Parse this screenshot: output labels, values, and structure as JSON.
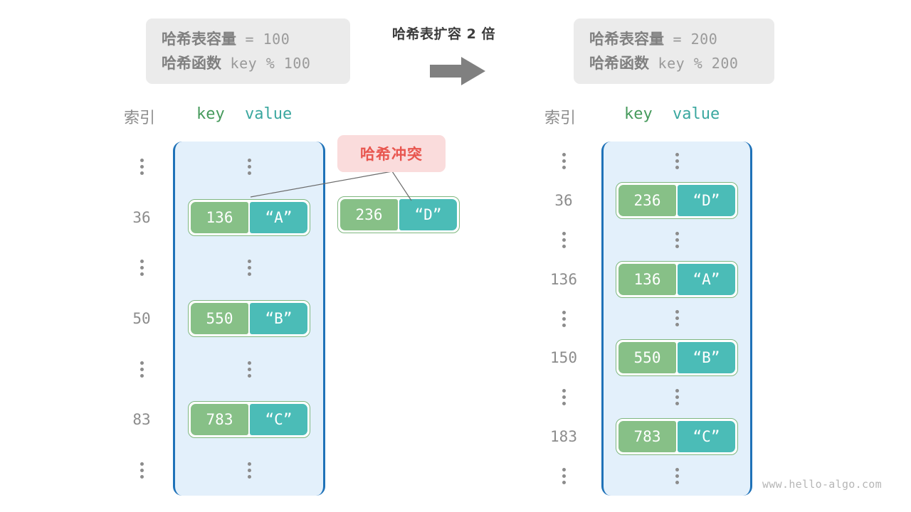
{
  "colors": {
    "info_box_bg": "#ebebeb",
    "info_label": "#808080",
    "info_value": "#9a9a9a",
    "array_fill": "#e3f0fb",
    "array_border": "#1f72b8",
    "key_cell": "#87c087",
    "value_cell": "#4bbcb7",
    "pair_border": "#7fb77f",
    "collision_bg": "#fadcdc",
    "collision_text": "#e8564f",
    "arrow": "#808080",
    "index_text": "#8c8c8c",
    "head_key": "#469a5c",
    "head_value": "#3aa79f"
  },
  "left_info": {
    "capacity_label": "哈希表容量",
    "capacity_op": " = ",
    "capacity_value": "100",
    "function_label": "哈希函数",
    "function_value": " key % 100"
  },
  "right_info": {
    "capacity_label": "哈希表容量",
    "capacity_op": " = ",
    "capacity_value": "200",
    "function_label": "哈希函数",
    "function_value": " key % 200"
  },
  "transform": {
    "caption": "哈希表扩容 2 倍",
    "arrow_icon": "right-arrow"
  },
  "headers": {
    "index": "索引",
    "key": "key",
    "value": "value"
  },
  "collision": {
    "label": "哈希冲突"
  },
  "floating_pair": {
    "key": "236",
    "value": "“D”"
  },
  "left_table": {
    "rows": [
      {
        "index": "⋮",
        "type": "ellipsis"
      },
      {
        "index": "36",
        "type": "pair",
        "key": "136",
        "value": "“A”"
      },
      {
        "index": "⋮",
        "type": "ellipsis"
      },
      {
        "index": "50",
        "type": "pair",
        "key": "550",
        "value": "“B”"
      },
      {
        "index": "⋮",
        "type": "ellipsis"
      },
      {
        "index": "83",
        "type": "pair",
        "key": "783",
        "value": "“C”"
      },
      {
        "index": "⋮",
        "type": "ellipsis"
      }
    ]
  },
  "right_table": {
    "rows": [
      {
        "index": "⋮",
        "type": "ellipsis"
      },
      {
        "index": "36",
        "type": "pair",
        "key": "236",
        "value": "“D”"
      },
      {
        "index": "⋮",
        "type": "ellipsis"
      },
      {
        "index": "136",
        "type": "pair",
        "key": "136",
        "value": "“A”"
      },
      {
        "index": "⋮",
        "type": "ellipsis"
      },
      {
        "index": "150",
        "type": "pair",
        "key": "550",
        "value": "“B”"
      },
      {
        "index": "⋮",
        "type": "ellipsis"
      },
      {
        "index": "183",
        "type": "pair",
        "key": "783",
        "value": "“C”"
      },
      {
        "index": "⋮",
        "type": "ellipsis"
      }
    ]
  },
  "watermark": {
    "text": "www.hello-algo.com"
  }
}
